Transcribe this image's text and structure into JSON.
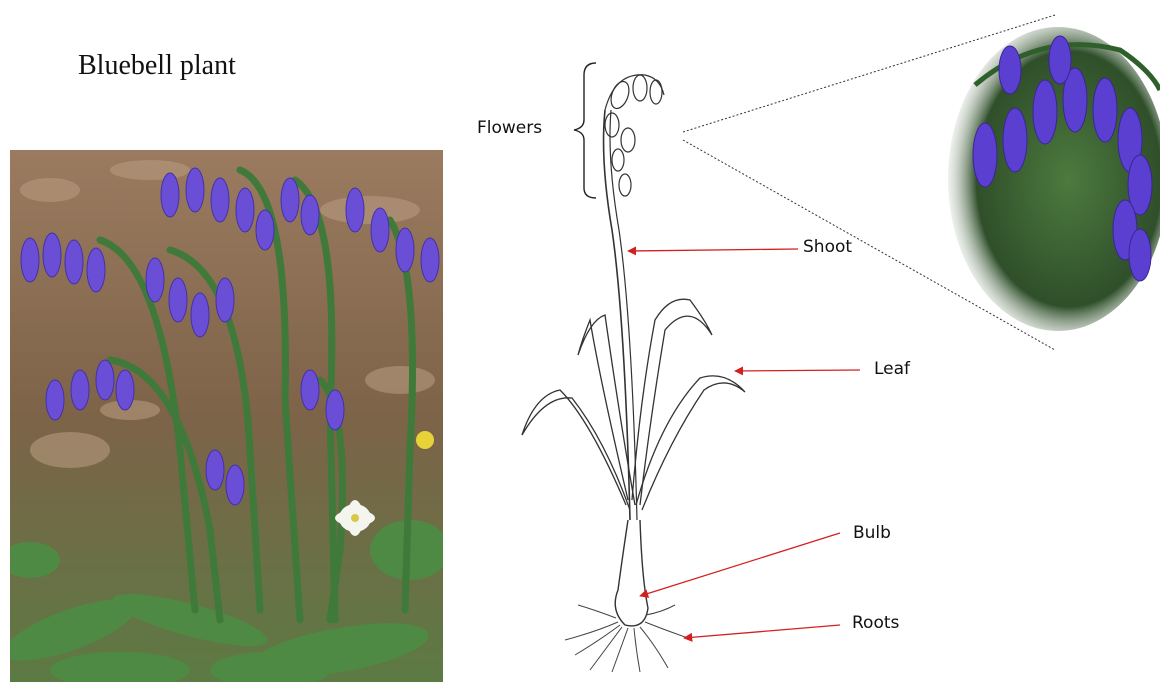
{
  "title": "Bluebell plant",
  "labels": {
    "flowers": "Flowers",
    "shoot": "Shoot",
    "leaf": "Leaf",
    "bulb": "Bulb",
    "roots": "Roots"
  },
  "colors": {
    "bloom": "#6a4fd6",
    "bloom_dark": "#4531a8",
    "stem": "#3f7a3a",
    "leaf_green": "#4f8f45",
    "ground": "#8b6a4e",
    "arrow": "#d22020",
    "ink": "#222222"
  }
}
